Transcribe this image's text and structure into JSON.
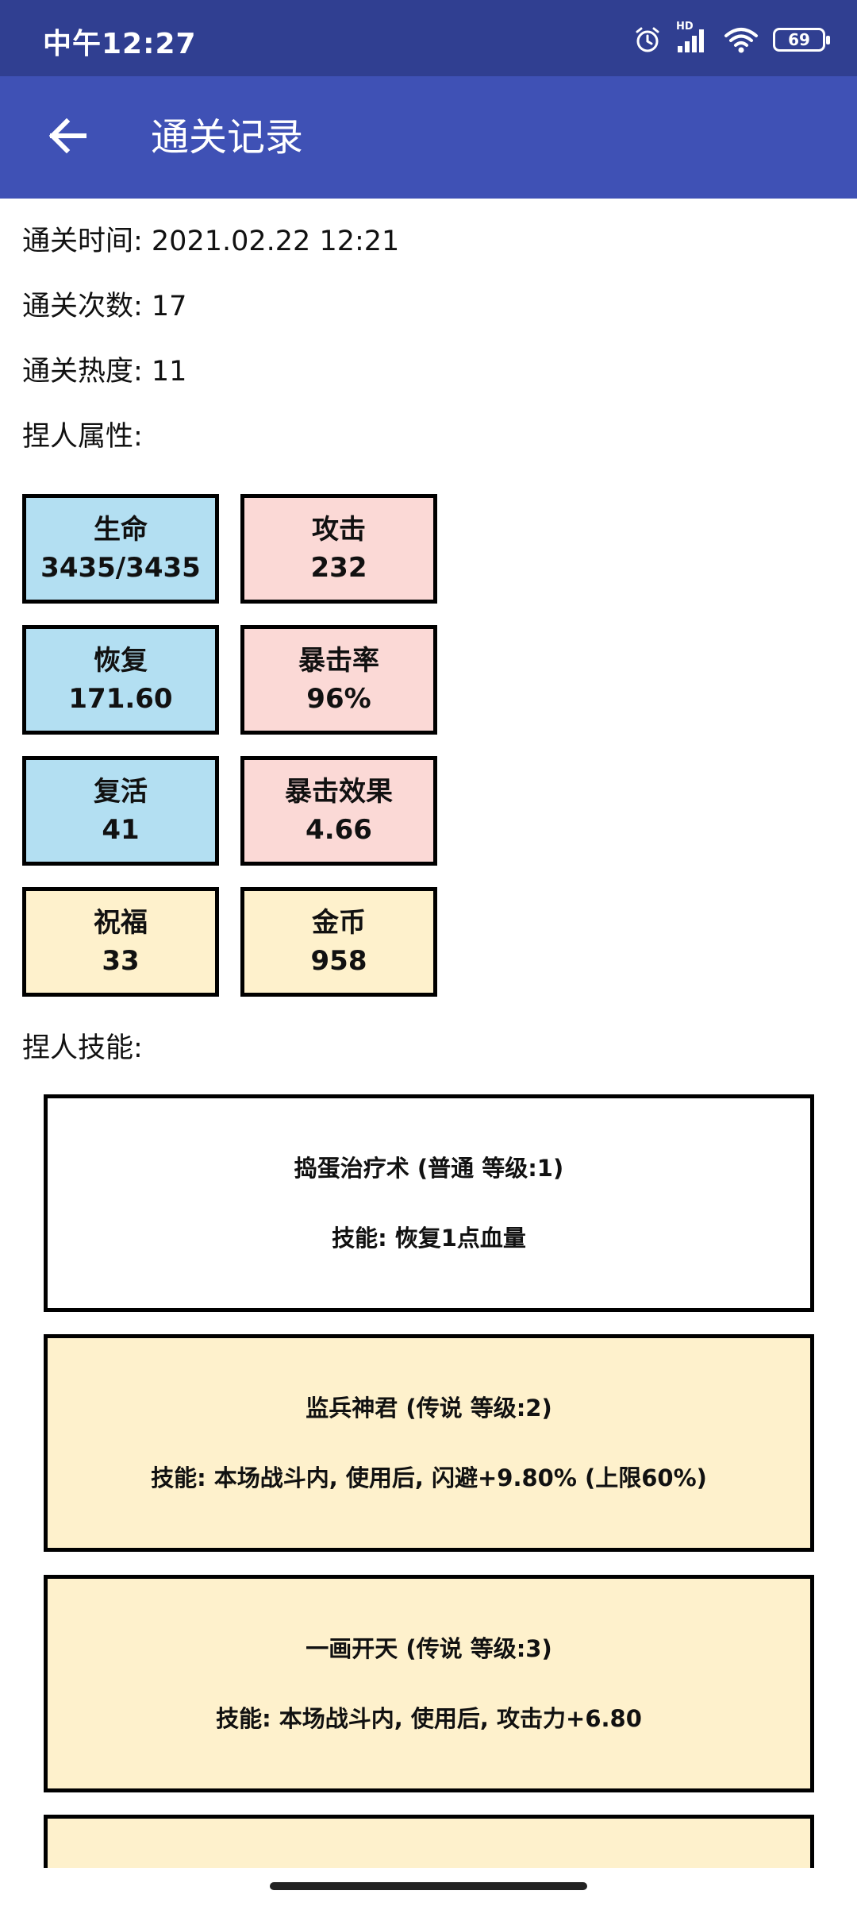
{
  "status_bar": {
    "time": "中午12:27",
    "battery": "69",
    "network_label": "HD"
  },
  "app_bar": {
    "title": "通关记录"
  },
  "info": {
    "clear_time": "通关时间: 2021.02.22 12:21",
    "clear_count": "通关次数: 17",
    "clear_heat": "通关热度: 11",
    "attributes_heading": "捏人属性:",
    "skills_heading": "捏人技能:"
  },
  "attributes": [
    {
      "label": "生命",
      "value": "3435/3435",
      "color": "#b3dff2"
    },
    {
      "label": "攻击",
      "value": "232",
      "color": "#fbd9d6"
    },
    {
      "label": "恢复",
      "value": "171.60",
      "color": "#b3dff2"
    },
    {
      "label": "暴击率",
      "value": "96%",
      "color": "#fbd9d6"
    },
    {
      "label": "复活",
      "value": "41",
      "color": "#b3dff2"
    },
    {
      "label": "暴击效果",
      "value": "4.66",
      "color": "#fbd9d6"
    },
    {
      "label": "祝福",
      "value": "33",
      "color": "#fef1cc"
    },
    {
      "label": "金币",
      "value": "958",
      "color": "#fef1cc"
    }
  ],
  "skills": [
    {
      "name": "捣蛋治疗术 (普通 等级:1)",
      "desc": "技能: 恢复1点血量",
      "color": "#ffffff"
    },
    {
      "name": "监兵神君 (传说 等级:2)",
      "desc": "技能: 本场战斗内, 使用后, 闪避+9.80% (上限60%)",
      "color": "#fef1cc"
    },
    {
      "name": "一画开天 (传说 等级:3)",
      "desc": "技能: 本场战斗内, 使用后, 攻击力+6.80",
      "color": "#fef1cc"
    },
    {
      "name": "",
      "desc": "",
      "color": "#fef1cc"
    }
  ]
}
